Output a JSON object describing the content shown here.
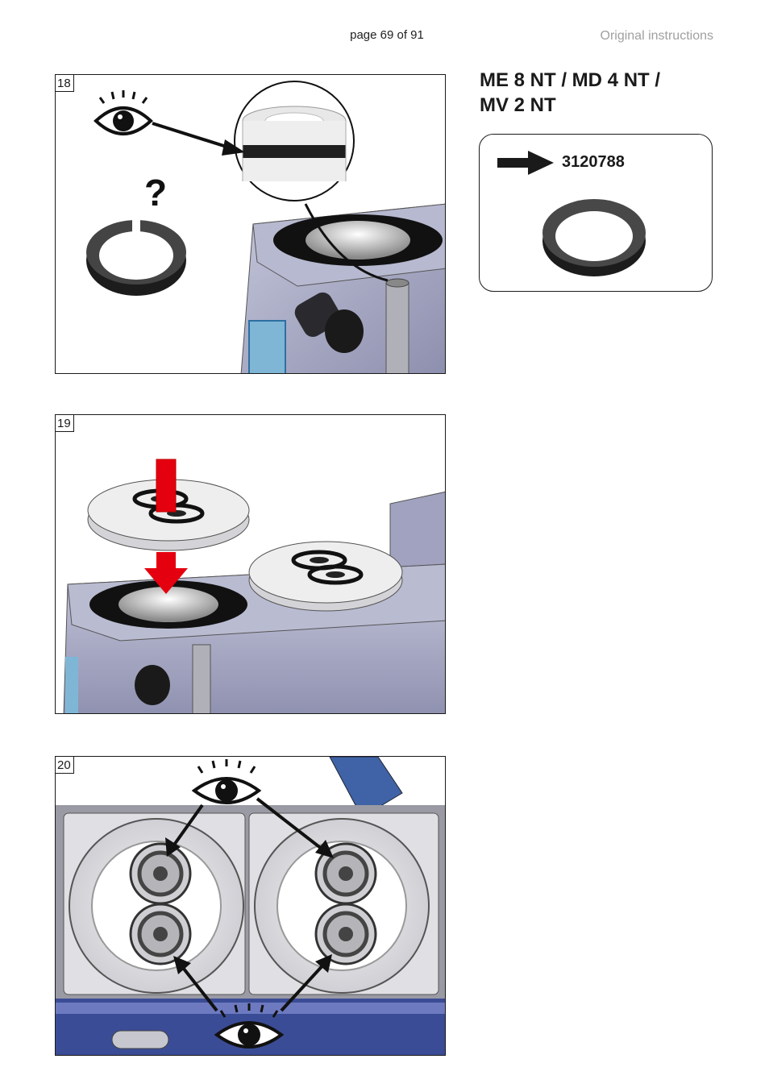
{
  "header": {
    "page_label": "page 69 of 91",
    "doc_type": "Original instructions"
  },
  "section": {
    "title_line1": "ME 8 NT / MD 4 NT /",
    "title_line2": "MV 2 NT"
  },
  "spare_part": {
    "number": "3120788",
    "icons": [
      "arrow-right-icon",
      "sealing-ring-icon"
    ]
  },
  "figures": [
    {
      "number": "18",
      "icons": [
        "eye-icon",
        "question-mark-icon",
        "sealing-ring-icon",
        "magnifier-detail-icon"
      ]
    },
    {
      "number": "19",
      "icons": [
        "down-arrow-icon",
        "valve-plate-icon"
      ]
    },
    {
      "number": "20",
      "icons": [
        "eye-icon",
        "valve-plate-icon"
      ]
    }
  ],
  "figure18_question_mark": "?",
  "colors": {
    "arrow_red": "#e5000f",
    "pump_body": "#a7a9c6",
    "border": "#1a1a1a"
  }
}
